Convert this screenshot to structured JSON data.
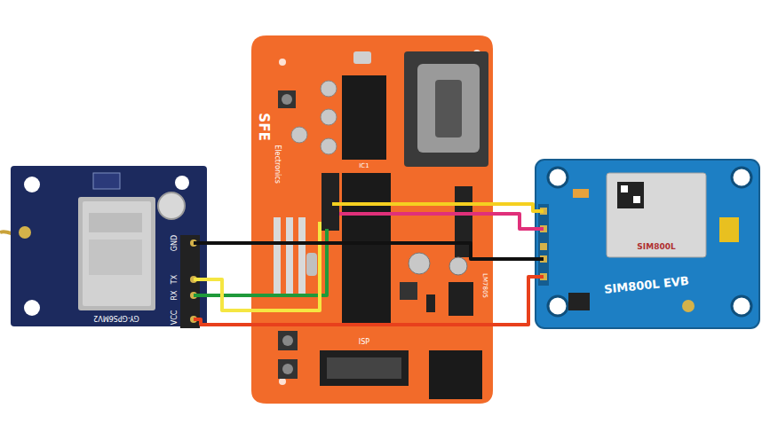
{
  "diagram": {
    "nodes": [
      {
        "text": [
          "GY-GPS6MV2"
        ]
      },
      {
        "text": [
          "SFE",
          "Electronics"
        ]
      },
      {
        "text": [
          "SIM800L EVB"
        ]
      },
      {
        "text": [
          "SIM800L"
        ],
        "in": 2
      }
    ],
    "edges": [
      {
        "from": 0,
        "to": 1,
        "arrow": "none"
      },
      {
        "from": 0,
        "to": 1,
        "arrow": "none"
      },
      {
        "from": 1,
        "to": 2,
        "arrow": "none"
      },
      {
        "from": 1,
        "to": 2,
        "arrow": "none"
      },
      {
        "from": 0,
        "to": 2,
        "arrow": "none"
      },
      {
        "from": 0,
        "to": 2,
        "arrow": "none"
      }
    ],
    "labels": [
      "GND",
      "TX",
      "RX",
      "VCC",
      "IC1",
      "LM7805",
      "ISP"
    ]
  }
}
